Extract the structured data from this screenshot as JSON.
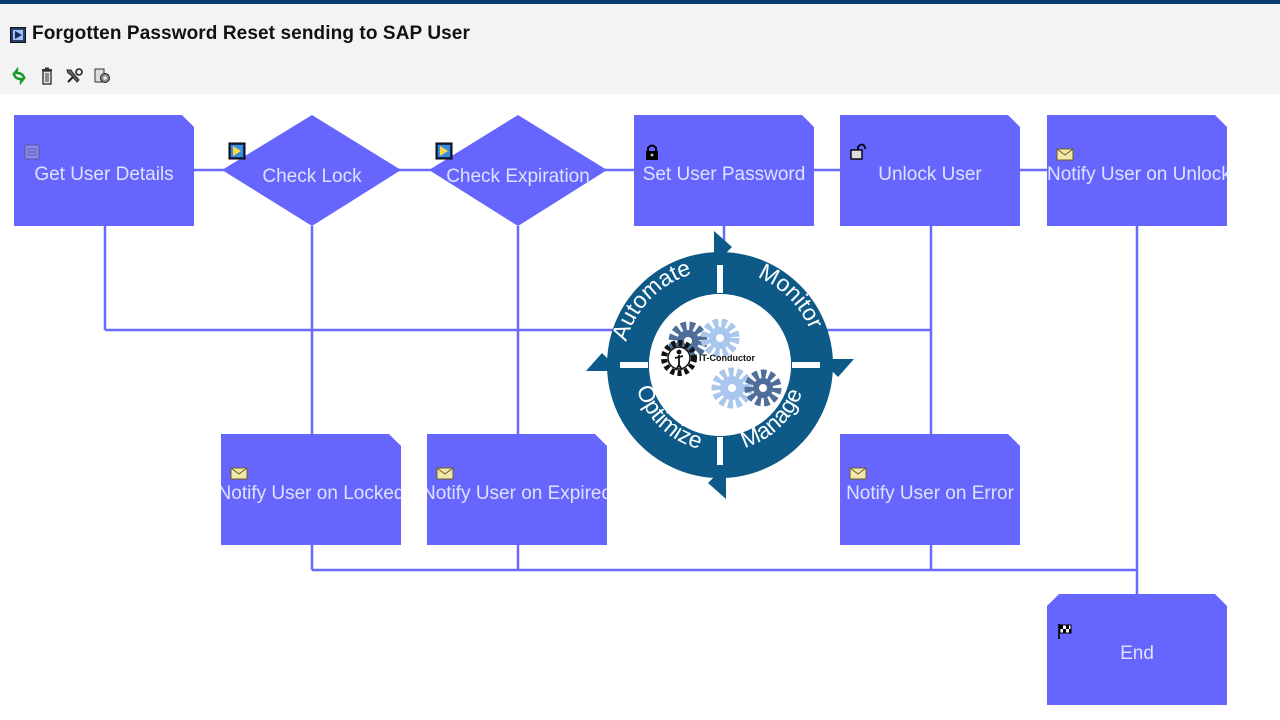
{
  "window": {
    "title": "Forgotten Password Reset sending to SAP User"
  },
  "toolbar": {
    "buttons": [
      {
        "name": "refresh-icon"
      },
      {
        "name": "trash-icon"
      },
      {
        "name": "settings-icon"
      },
      {
        "name": "options-icon"
      }
    ]
  },
  "workflow": {
    "nodes": {
      "get_user_details": {
        "label": "Get User Details",
        "icon": "list-icon"
      },
      "check_lock": {
        "label": "Check Lock",
        "icon": "condition-icon"
      },
      "check_expiration": {
        "label": "Check Expiration",
        "icon": "condition-icon"
      },
      "set_user_password": {
        "label": "Set User Password",
        "icon": "lock-icon"
      },
      "unlock_user": {
        "label": "Unlock User",
        "icon": "unlock-icon"
      },
      "notify_unlocked": {
        "label": "Notify User on Unlocked",
        "icon": "mail-icon"
      },
      "notify_locked": {
        "label": "Notify User on Locked",
        "icon": "mail-icon"
      },
      "notify_expired": {
        "label": "Notify User on Expired",
        "icon": "mail-icon"
      },
      "notify_error": {
        "label": "Notify User on Error",
        "icon": "mail-icon"
      },
      "end": {
        "label": "End",
        "icon": "finish-flag-icon"
      }
    }
  },
  "logo": {
    "brand": "IT-Conductor",
    "segments": [
      "Automate",
      "Monitor",
      "Manage",
      "Optimize"
    ],
    "ring_color": "#0d5a88",
    "gear_colors": [
      "#4f6f9a",
      "#a9c7ec"
    ]
  },
  "colors": {
    "node_fill": "#6666ff",
    "node_text": "#dfe2ff",
    "connector": "#6a6aff"
  }
}
